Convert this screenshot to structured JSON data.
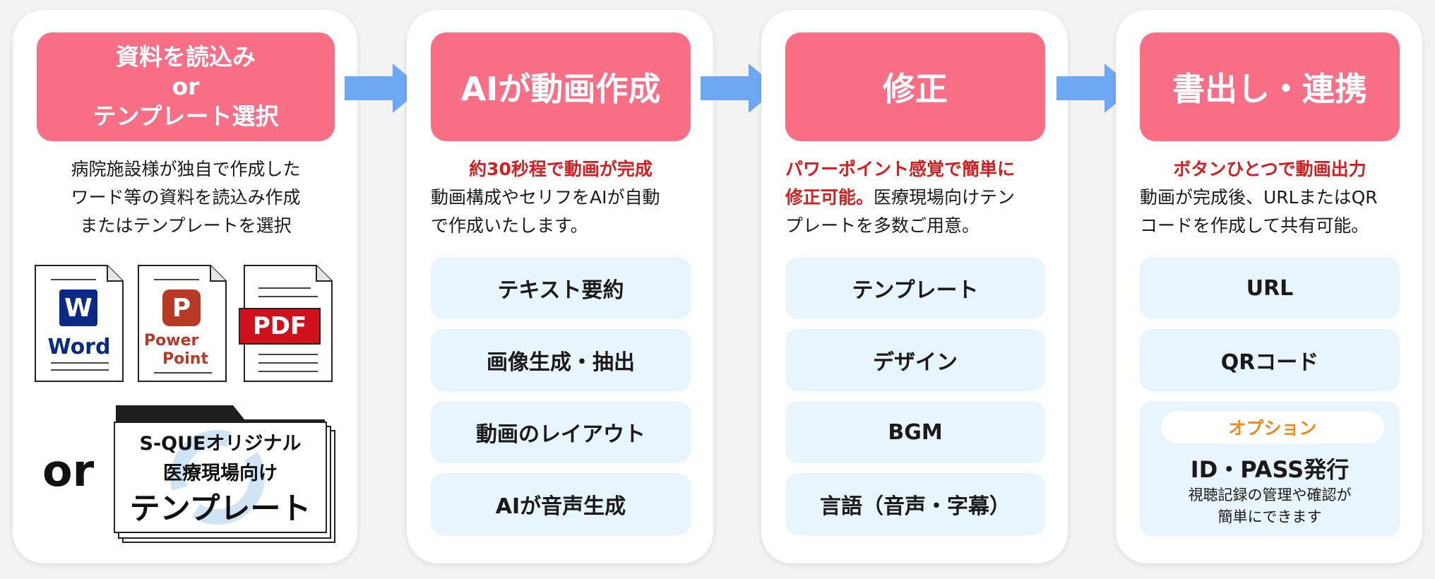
{
  "step1": {
    "header_lines": [
      "資料を読込み",
      "or",
      "テンプレート選択"
    ],
    "desc_lines": [
      "病院施設様が独自で作成した",
      "ワード等の資料を読込み作成",
      "またはテンプレートを選択"
    ],
    "word_badge": "W",
    "word_label": "Word",
    "ppt_badge": "P",
    "ppt_label_lines": [
      "Power",
      "Point"
    ],
    "pdf_label": "PDF",
    "or_label": "or",
    "template_lines": [
      "S-QUEオリジナル",
      "医療現場向け",
      "テンプレート"
    ]
  },
  "step2": {
    "header": "AIが動画作成",
    "highlight": "約30秒程で動画が完成",
    "desc_lines": [
      "動画構成やセリフをAIが自動",
      "で作成いたします。"
    ],
    "items": [
      "テキスト要約",
      "画像生成・抽出",
      "動画のレイアウト",
      "AIが音声生成"
    ]
  },
  "step3": {
    "header": "修正",
    "highlight_line1": "パワーポイント感覚で簡単に",
    "highlight_line2": "修正可能。",
    "desc_tail": "医療現場向けテン",
    "desc_line3": "プレートを多数ご用意。",
    "items": [
      "テンプレート",
      "デザイン",
      "BGM",
      "言語（音声・字幕）"
    ]
  },
  "step4": {
    "header": "書出し・連携",
    "highlight": "ボタンひとつで動画出力",
    "desc_lines": [
      "動画が完成後、URLまたはQR",
      "コードを作成して共有可能。"
    ],
    "items": [
      "URL",
      "QRコード"
    ],
    "option_tag": "オプション",
    "option_title": "ID・PASS発行",
    "option_note_lines": [
      "視聴記録の管理や確認が",
      "簡単にできます"
    ]
  },
  "colors": {
    "header": "#f86f85",
    "arrow": "#6ea8f5",
    "highlight": "#d31f1f",
    "pill": "#e8f5fc",
    "option": "#f08a1e"
  },
  "icons": [
    "word-file-icon",
    "powerpoint-file-icon",
    "pdf-file-icon",
    "template-folder-icon",
    "right-arrow-icon"
  ]
}
